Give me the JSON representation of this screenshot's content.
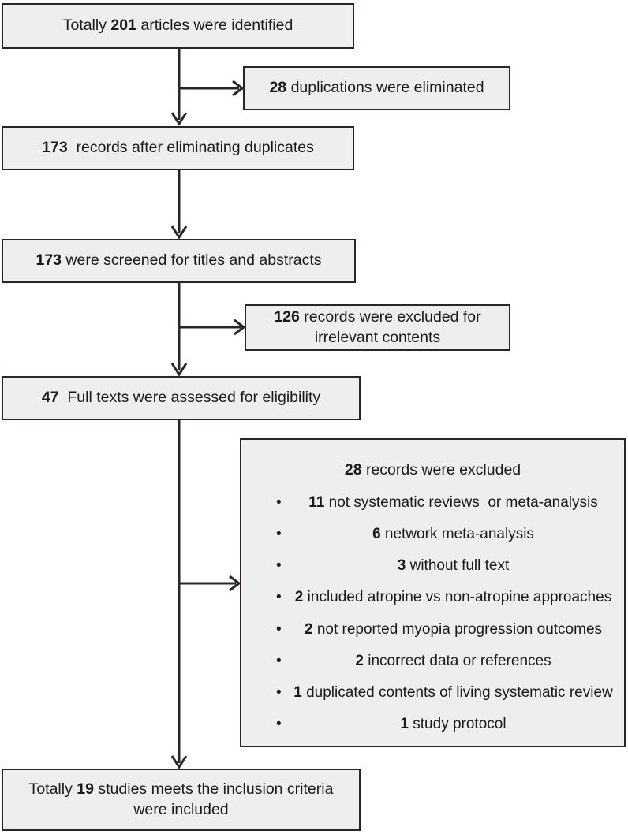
{
  "diagram": {
    "title": "PRISMA study selection flow diagram",
    "line_color": "#2b2524",
    "box_fill": "#eeeeee"
  },
  "boxes": {
    "identified": {
      "pre": "Totally ",
      "number": "201",
      "post": " articles were identified"
    },
    "duplications": {
      "pre": "",
      "number": "28",
      "post": " duplications were eliminated"
    },
    "after_duplicates": {
      "pre": "",
      "number": "173",
      "post": "  records after eliminating duplicates"
    },
    "screened": {
      "pre": "",
      "number": "173",
      "post": " were screened for titles and abstracts"
    },
    "excluded_irrelevant": {
      "pre": "",
      "number": "126",
      "post": " records were excluded for irrelevant contents"
    },
    "full_texts": {
      "pre": "",
      "number": "47",
      "post": "  Full texts were assessed for eligibility"
    },
    "included": {
      "pre": "Totally ",
      "number": "19",
      "post": " studies meets the inclusion criteria were included"
    }
  },
  "exclusions": {
    "heading_number": "28",
    "heading_text": " records were excluded",
    "bullet_glyph": "•",
    "items": [
      {
        "number": "11",
        "text": " not systematic reviews  or meta-analysis"
      },
      {
        "number": "6",
        "text": " network meta-analysis"
      },
      {
        "number": "3",
        "text": " without full text"
      },
      {
        "number": "2",
        "text": " included atropine vs non-atropine approaches"
      },
      {
        "number": "2",
        "text": " not reported myopia progression outcomes"
      },
      {
        "number": "2",
        "text": " incorrect data or references"
      },
      {
        "number": "1",
        "text": " duplicated contents of living systematic review"
      },
      {
        "number": "1",
        "text": " study protocol"
      }
    ]
  }
}
